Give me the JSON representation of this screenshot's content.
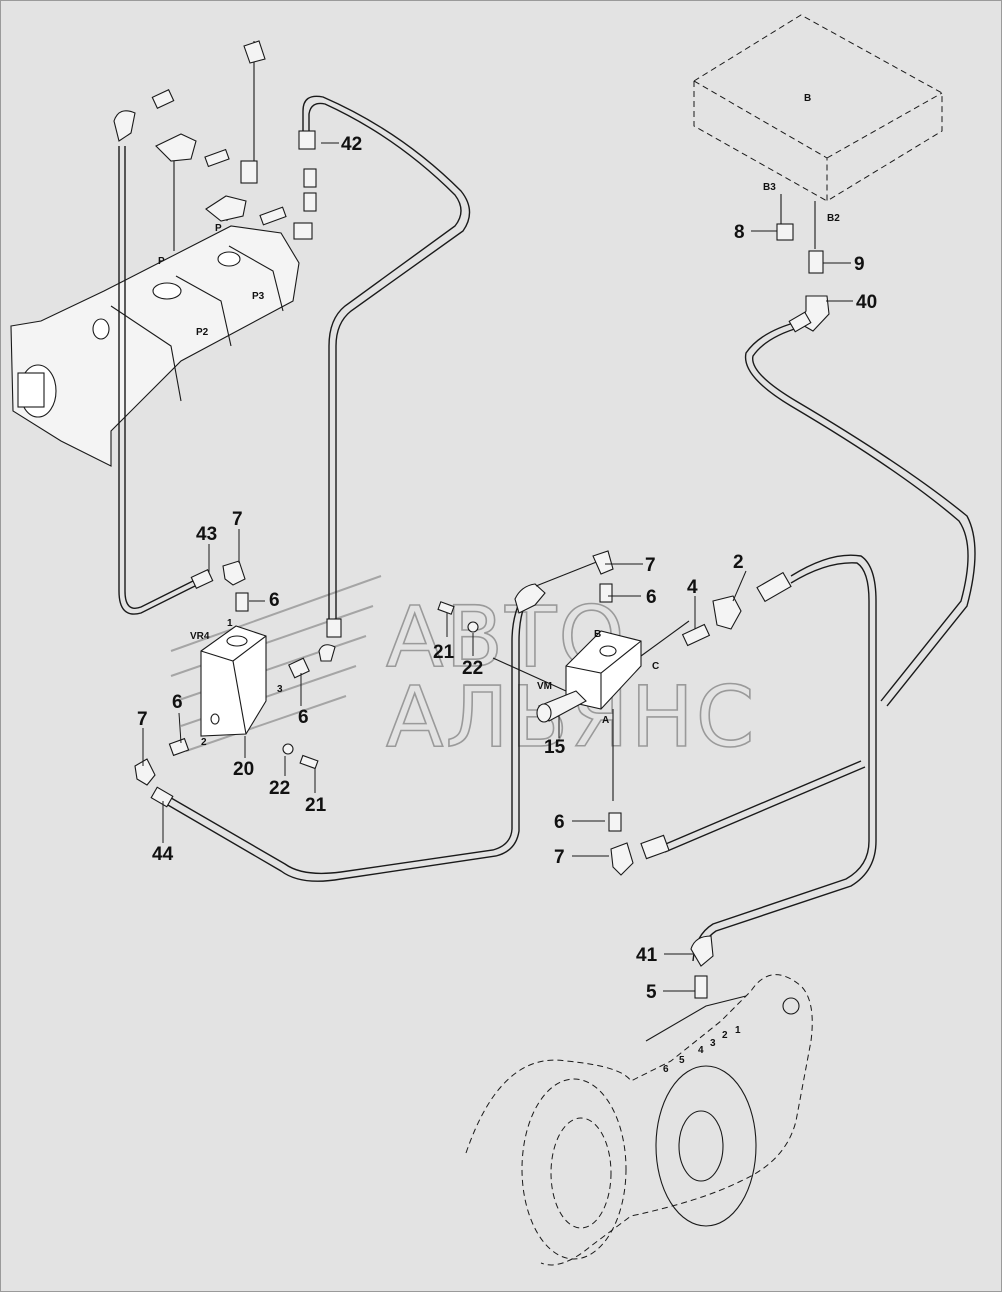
{
  "watermark": {
    "line1": "АВТО",
    "line2": "АЛЬЯНС"
  },
  "components": {
    "box": "B",
    "port_b3": "B3",
    "port_b2": "B2",
    "pump_p": "P",
    "pump_p2": "P2",
    "pump_p3": "P3",
    "valve_vr4": "VR4",
    "valve_vm": "VM",
    "vm_port_a": "A",
    "vm_port_b": "B",
    "vm_port_c": "C",
    "vr4_port_1": "1",
    "vr4_port_2": "2",
    "vr4_port_3": "3",
    "flange_ports": [
      "1",
      "2",
      "3",
      "4",
      "5",
      "6"
    ]
  },
  "callouts": {
    "c42": "42",
    "c8": "8",
    "c9": "9",
    "c40": "40",
    "c43": "43",
    "c7a": "7",
    "c6a": "6",
    "c21a": "21",
    "c22a": "22",
    "c7b": "7",
    "c6b": "6",
    "c2": "2",
    "c4": "4",
    "c15": "15",
    "c6c": "6",
    "c7c": "7",
    "c6d": "6",
    "c20": "20",
    "c22b": "22",
    "c21b": "21",
    "c44": "44",
    "c6e": "6",
    "c7d": "7",
    "c41": "41",
    "c5": "5"
  },
  "colors": {
    "background": "#e3e3e3",
    "ink": "#1a1a1a",
    "watermark": "#9a9a9a"
  }
}
